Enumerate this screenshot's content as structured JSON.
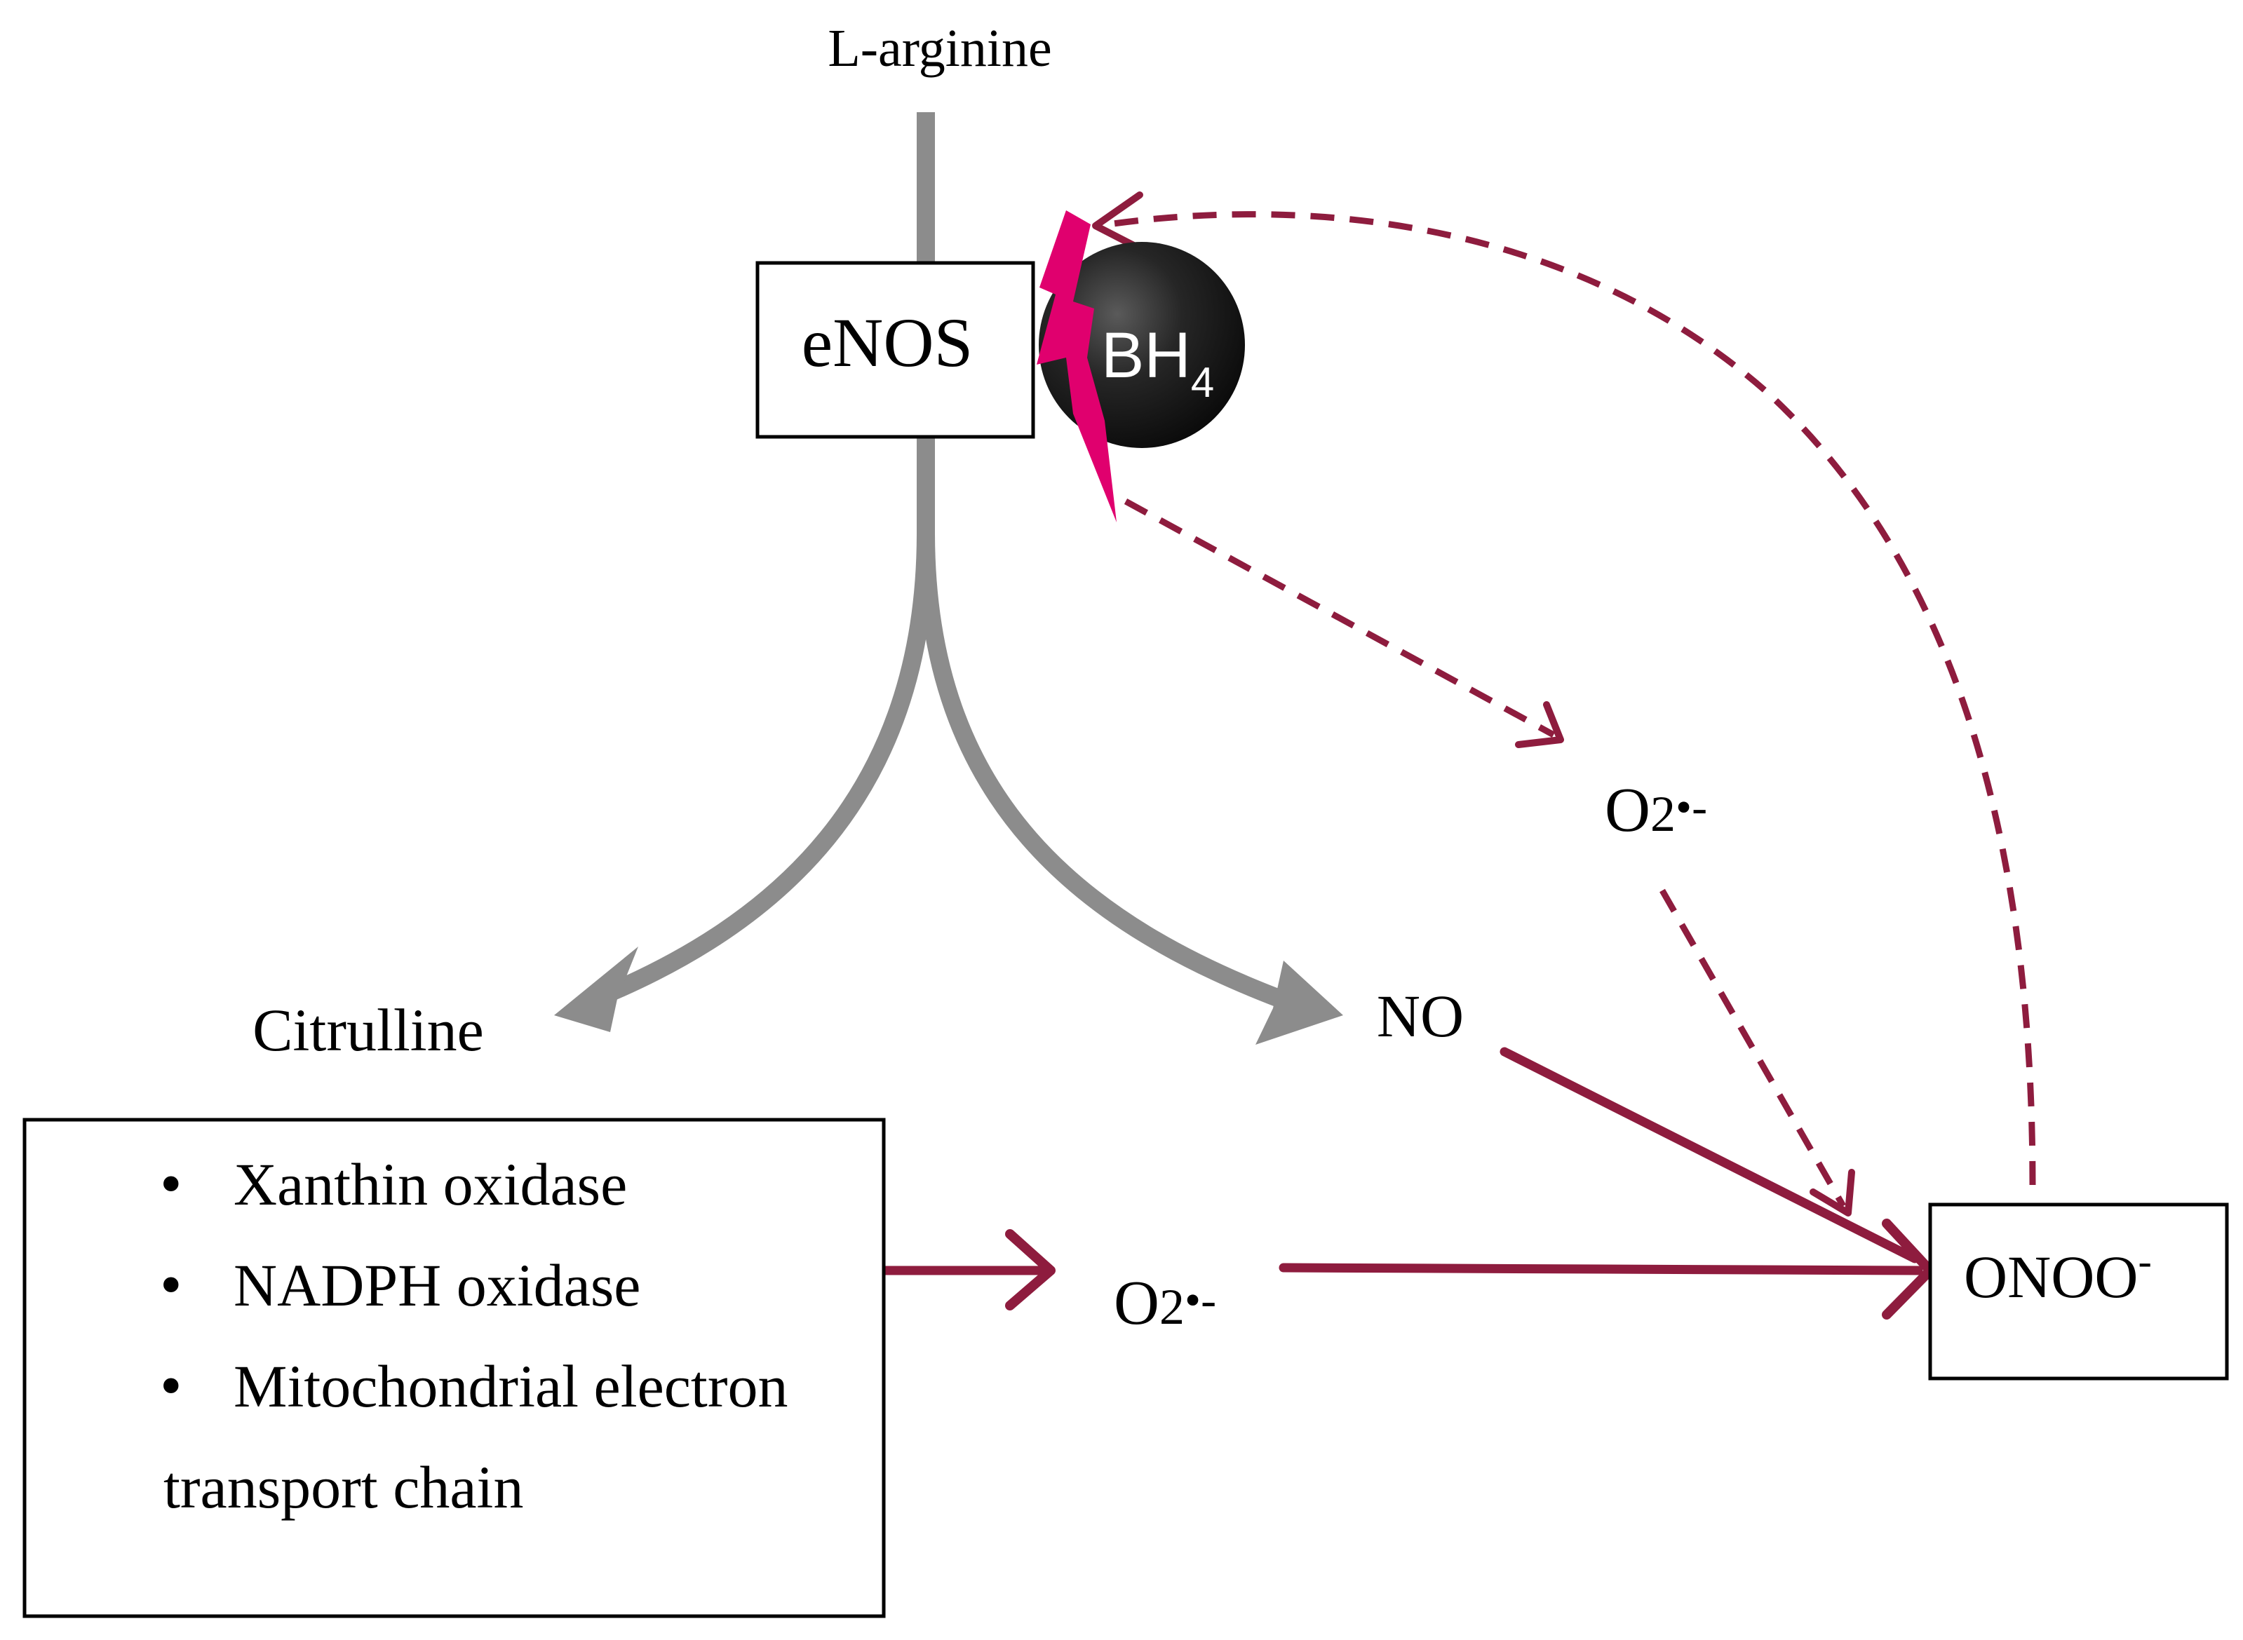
{
  "diagram": {
    "colors": {
      "gray_path": "#8c8c8c",
      "red_arrow": "#8e1c3e",
      "bolt": "#e0006e",
      "ball": "#1e1e1e",
      "box_border": "#000000"
    },
    "nodes": {
      "l_arginine": "L-arginine",
      "enos": "eNOS",
      "bh4_main": "BH",
      "bh4_sub": "4",
      "citrulline": "Citrulline",
      "no": "NO",
      "superoxide_top_main": "O",
      "superoxide_top_sub": "2",
      "superoxide_top_sup": "•-",
      "superoxide_bottom_main": "O",
      "superoxide_bottom_sub": "2",
      "superoxide_bottom_sup": "•-",
      "onoo_main": "ONOO",
      "onoo_sup": "-"
    },
    "sources_box": {
      "items": [
        "Xanthin oxidase",
        "NADPH oxidase",
        "Mitochondrial electron"
      ],
      "continuation": "transport chain",
      "bullet": "•"
    }
  }
}
